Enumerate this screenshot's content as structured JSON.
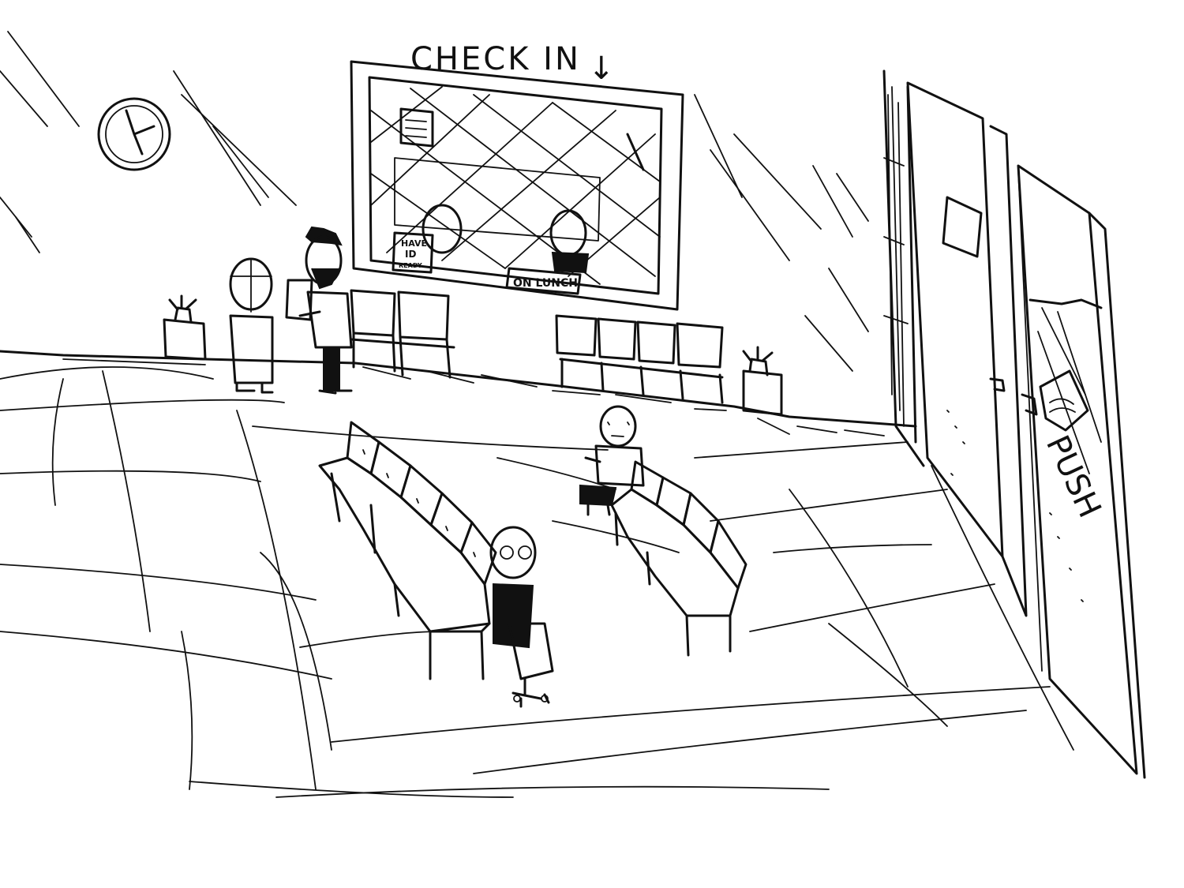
{
  "signs": {
    "check_in": "CHECK IN",
    "check_in_arrow": "↓",
    "id_sign_line1": "HAVE",
    "id_sign_line2": "ID",
    "id_sign_line3": "READY",
    "lunch_sign": "ON LUNCH",
    "door_push": "PUSH"
  },
  "icons": {
    "clock": "wall-clock-icon",
    "plant": "potted-plant-icon",
    "flyer": "door-flyer-icon"
  },
  "colors": {
    "ink": "#111111",
    "paper": "#ffffff"
  }
}
